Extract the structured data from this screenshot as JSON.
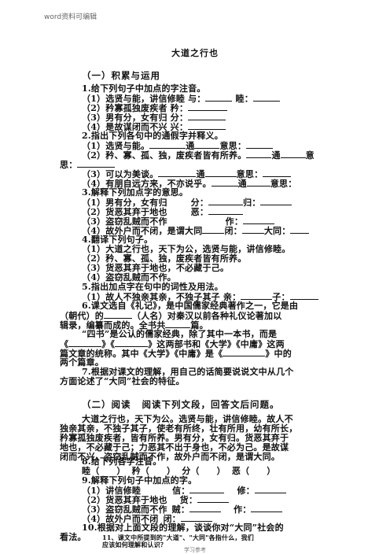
{
  "header": "word资料可编辑",
  "footer": "学习参考",
  "title": "大道之行也",
  "section1": {
    "heading": "（一）积累与运用",
    "q1": {
      "stem": "1.给下列句子中加点的字注音。",
      "items": [
        "（1）选贤与能，讲信修睦  与：",
        "睦：",
        "（2）矜寡孤独废疾者  矜：",
        "（3）男有分，女有归  分：",
        "（4）是故谋闭而不兴  兴："
      ]
    },
    "q2": {
      "stem": "2.指出下列各句中的通假字并释义。",
      "items": [
        "（1）选贤与能。",
        "通",
        "意思：",
        "（2）矜、寡、孤、独，废疾者皆有所养。",
        "通",
        "意",
        "思：",
        "（3）可以为美谈。",
        "通",
        "意思：",
        "（4）有朋自远方来，不亦说乎。",
        "通",
        "意思："
      ]
    },
    "q3": {
      "stem": "3.解释下列加点字的意思。",
      "items": [
        "（1）男有分，女有归",
        "分：",
        "归：",
        "（2）货恶其弃于地也",
        "恶：",
        "（3）盗窃乱贼而不作",
        "作：",
        "（4）故外户而不闭，是谓大同",
        "闭：",
        "大同："
      ]
    },
    "q4": {
      "stem": "4.翻译下列句子。",
      "items": [
        "（1）大道之行也，天下为公，选贤与能，讲信修睦。",
        "（2）矜、寡、孤、独，废疾者皆有所养。",
        "（3）货恶其弃于地也，不必藏于己。",
        "（4）盗窃乱贼而不作。"
      ]
    },
    "q5": {
      "stem": "5.指出加点字在句中的词性及用法。",
      "items": [
        "（1）故人不独亲其亲，不独子其子  亲：",
        "子："
      ]
    },
    "q6": {
      "lines": [
        "6.课文选自《礼记》，是中国儒家经典著作之一，它是由",
        "（朝代）的",
        "（人名）对秦汉以前各种礼仪论著加以",
        "辑录，编纂而成的。全书共",
        "篇。",
        "“四书”是公认的儒家经典，除了其中一本书，而是",
        "《",
        "》《",
        "》这两部书和《大学》《中庸》这两",
        "篇文章的统称。其中《大学》《中庸》是《",
        "》中的",
        "两个篇章。"
      ]
    },
    "q7": {
      "lines": [
        "7.根据对课文的理解，用自己的话简要说说文中从几个",
        "方面论述了“大同”社会的特征。"
      ]
    }
  },
  "section2": {
    "heading": "（二）阅读",
    "instruction": "阅读下列文段，回答文后问题。",
    "passage": [
      "大道之行也，天下为公。选贤与能，讲信修睦。故人不",
      "独亲其亲，不独子其子，使老有所终，壮有所用，幼有所长，",
      "矜寡孤独废疾者，皆有所养。男有分，女有归。货恶其弃于",
      "地也，不必藏于己；力恶其不出于身也，不必为己。是故谋",
      "闭而不兴，盗窃乱贼而不作，故外户而不闭，是谓大同。"
    ],
    "q8": {
      "stem": "8.给下列各字注音。",
      "items": [
        "睦（",
        "）",
        "矜（",
        "）",
        "分（",
        "）",
        "恶（",
        "）"
      ]
    },
    "q9": {
      "stem": "9.解释下列句子中加点的字。",
      "items": [
        "（1）讲信修睦",
        "信：",
        "修：",
        "（2）货恶其弃于地也",
        "货：",
        "（3）盗窃乱贼而不作",
        "贼：",
        "作：",
        "（4）故外户而不闭",
        "闭："
      ]
    },
    "q10": {
      "lines": [
        "10.根据对上面文段的理解，谈谈你对“大同”社会的",
        "看法。"
      ]
    },
    "q11": {
      "lines": [
        "11、课文中所提到的\"大道\"、\"大同\"各指什么，我们",
        "应该如何理解和认识？"
      ]
    }
  }
}
